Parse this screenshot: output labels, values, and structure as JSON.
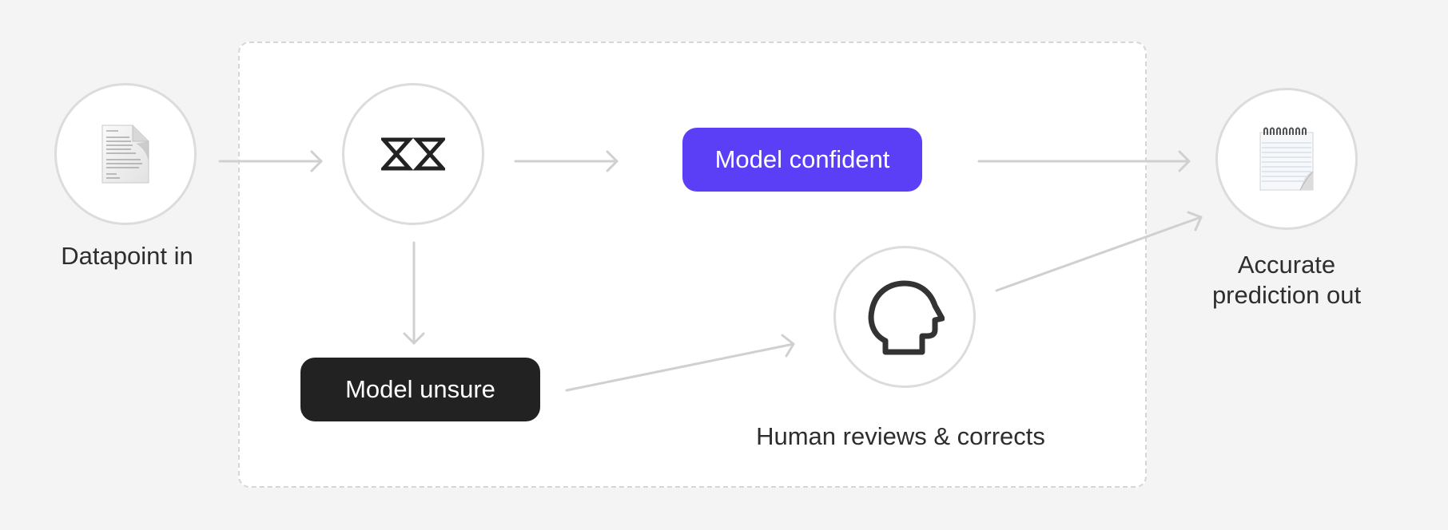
{
  "diagram": {
    "input": {
      "label": "Datapoint in",
      "icon": "document-icon"
    },
    "model": {
      "icon": "hourglass-pair-icon"
    },
    "confident": {
      "label": "Model confident",
      "color": "#5b3ff6"
    },
    "unsure": {
      "label": "Model unsure",
      "color": "#222222"
    },
    "human": {
      "label": "Human reviews & corrects",
      "icon": "human-head-icon"
    },
    "output": {
      "label_line1": "Accurate",
      "label_line2": "prediction out",
      "icon": "notepad-icon"
    },
    "colors": {
      "background": "#f4f4f4",
      "panel": "#ffffff",
      "arrow": "#d0d0d0",
      "node_border": "#dcdcdc"
    }
  }
}
